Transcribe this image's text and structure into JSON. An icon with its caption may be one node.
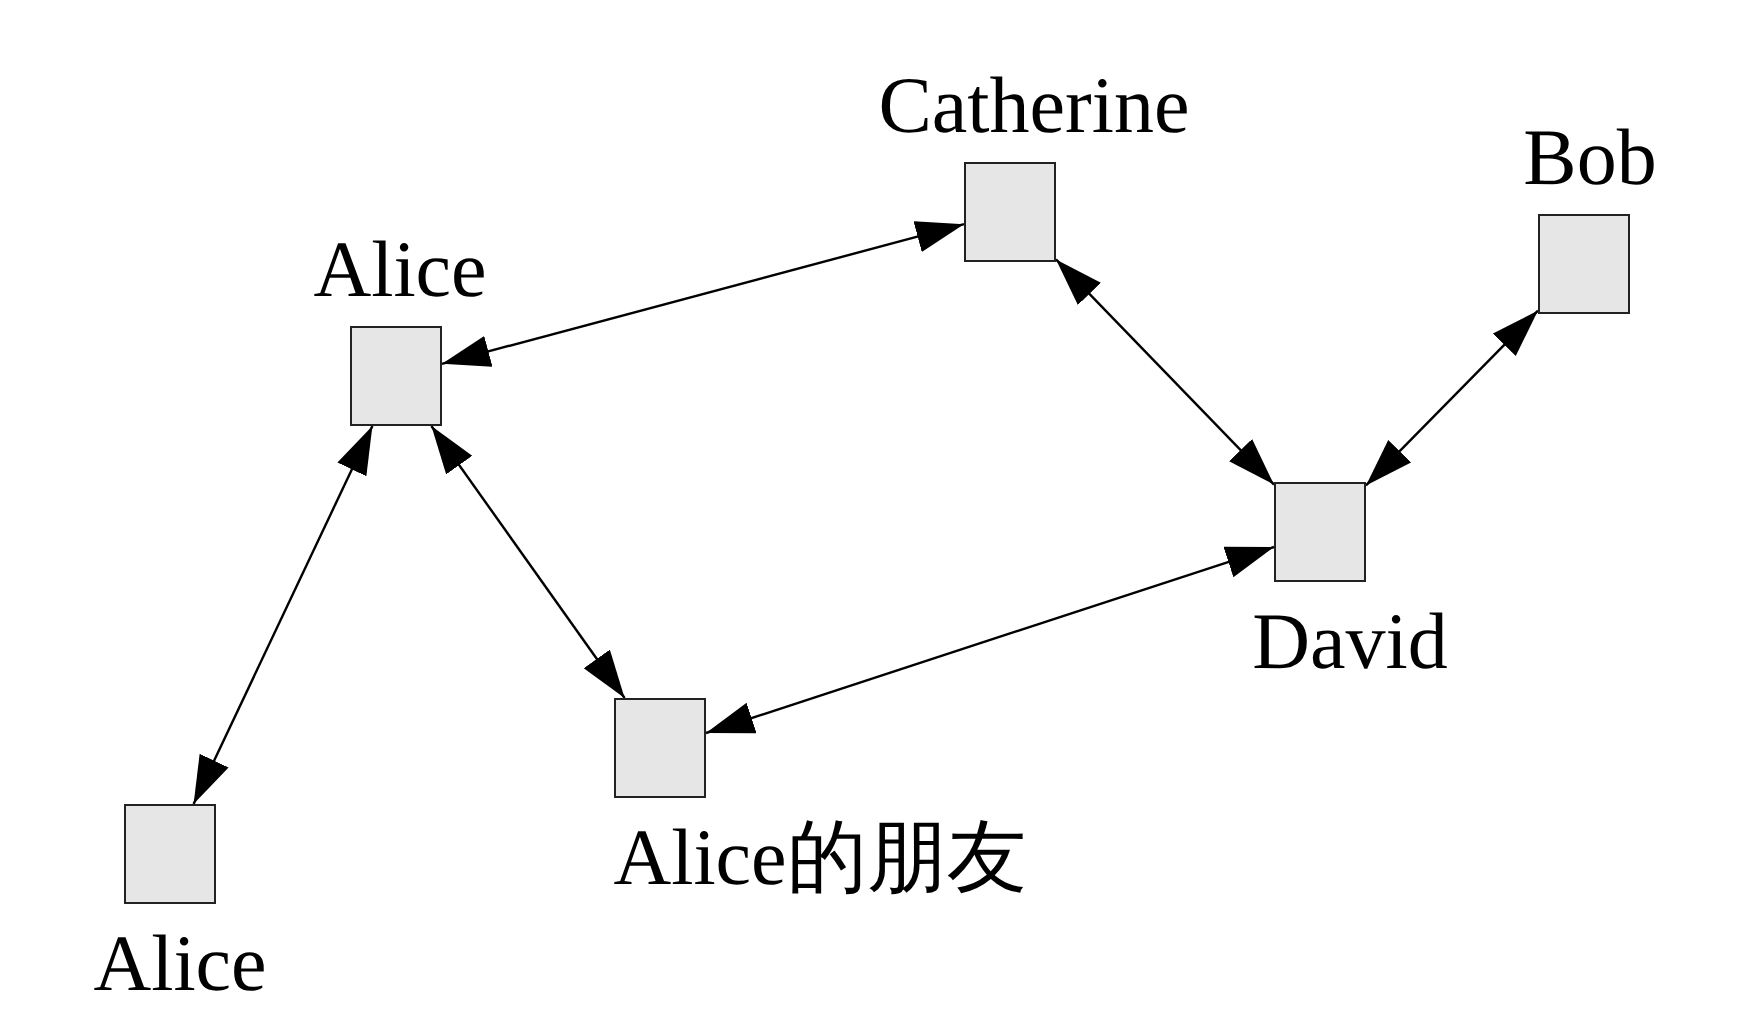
{
  "diagram": {
    "nodes": [
      {
        "text": [
          "Alice"
        ]
      },
      {
        "text": [
          "Catherine"
        ]
      },
      {
        "text": [
          "Bob"
        ]
      },
      {
        "text": [
          "David"
        ]
      },
      {
        "text": [
          "Alice的朋友"
        ]
      },
      {
        "text": [
          "Alice"
        ]
      }
    ],
    "edges": [
      {
        "from": 0,
        "to": 1,
        "arrow": "both"
      },
      {
        "from": 1,
        "to": 3,
        "arrow": "both"
      },
      {
        "from": 2,
        "to": 3,
        "arrow": "both"
      },
      {
        "from": 3,
        "to": 4,
        "arrow": "both"
      },
      {
        "from": 0,
        "to": 4,
        "arrow": "both"
      },
      {
        "from": 0,
        "to": 5,
        "arrow": "both"
      }
    ]
  }
}
